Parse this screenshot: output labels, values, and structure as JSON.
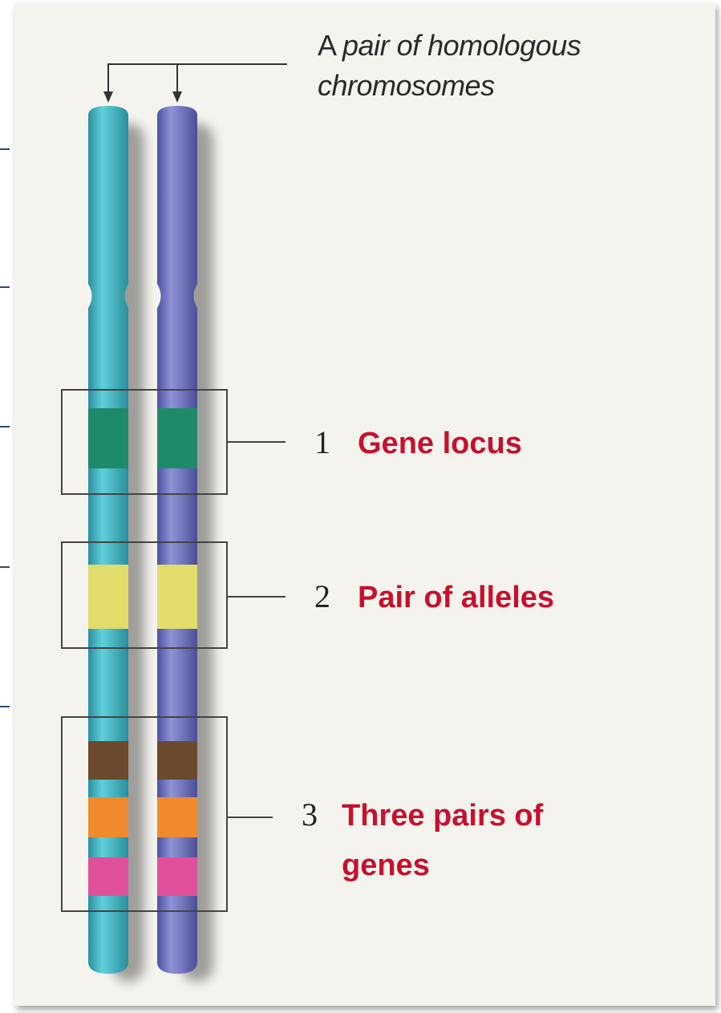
{
  "header": {
    "title_prefix": "A ",
    "title_rest": "pair of homologous",
    "title_line2": "chromosomes"
  },
  "callouts": [
    {
      "number": "1",
      "label": "Gene locus"
    },
    {
      "number": "2",
      "label": "Pair of alleles"
    },
    {
      "number": "3",
      "label": "Three pairs of genes"
    }
  ],
  "colors": {
    "chromosome_left": "#3fb6c4",
    "chromosome_right": "#6f73b8",
    "gene_locus_band": "#1f8a6a",
    "allele_band": "#e2dc6a",
    "gene_a_band": "#6b4a2f",
    "gene_b_band": "#f08a2c",
    "gene_c_band": "#e0509a",
    "label_red": "#c8102e"
  }
}
